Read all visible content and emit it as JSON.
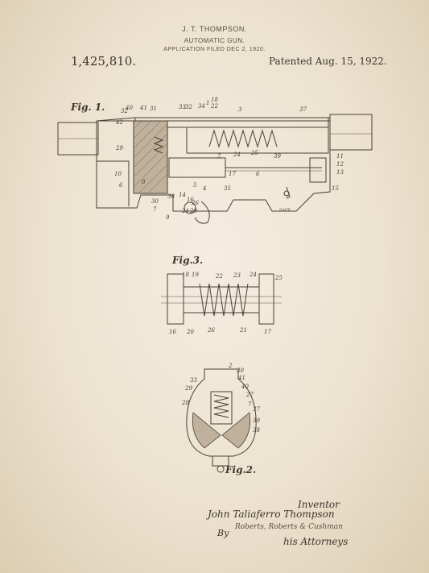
{
  "header": {
    "inventor_short": "J. T. THOMPSON.",
    "title": "AUTOMATIC GUN.",
    "filed": "APPLICATION FILED DEC 2, 1920."
  },
  "patent_number": "1,425,810.",
  "patent_date": "Patented Aug. 15, 1922.",
  "figures": {
    "fig1": "Fig. 1.",
    "fig3": "Fig.3.",
    "fig2": "Fig.2."
  },
  "fig1_numbers": [
    "40",
    "41",
    "31",
    "33",
    "32",
    "34",
    "1",
    "18",
    "22",
    "3",
    "37",
    "42",
    "32",
    "29",
    "11",
    "12",
    "13",
    "15",
    "10",
    "6",
    "8",
    "30",
    "38",
    "7",
    "14",
    "16",
    "26",
    "9",
    "4",
    "35",
    "17",
    "6",
    "24",
    "25",
    "39",
    "2",
    "5",
    "20",
    "21"
  ],
  "fig3_numbers": [
    "18",
    "19",
    "22",
    "23",
    "24",
    "25",
    "16",
    "20",
    "26",
    "21",
    "17"
  ],
  "fig2_numbers": [
    "2",
    "30",
    "41",
    "33",
    "29",
    "40",
    "27",
    "37",
    "7",
    "39",
    "38",
    "28"
  ],
  "marking": "SAFE",
  "signature": {
    "inventor_label": "Inventor",
    "inventor_name": "John Taliaferro Thompson",
    "by": "By",
    "attorneys_signed": "Roberts, Roberts & Cushman",
    "attorneys_label": "his Attorneys"
  }
}
